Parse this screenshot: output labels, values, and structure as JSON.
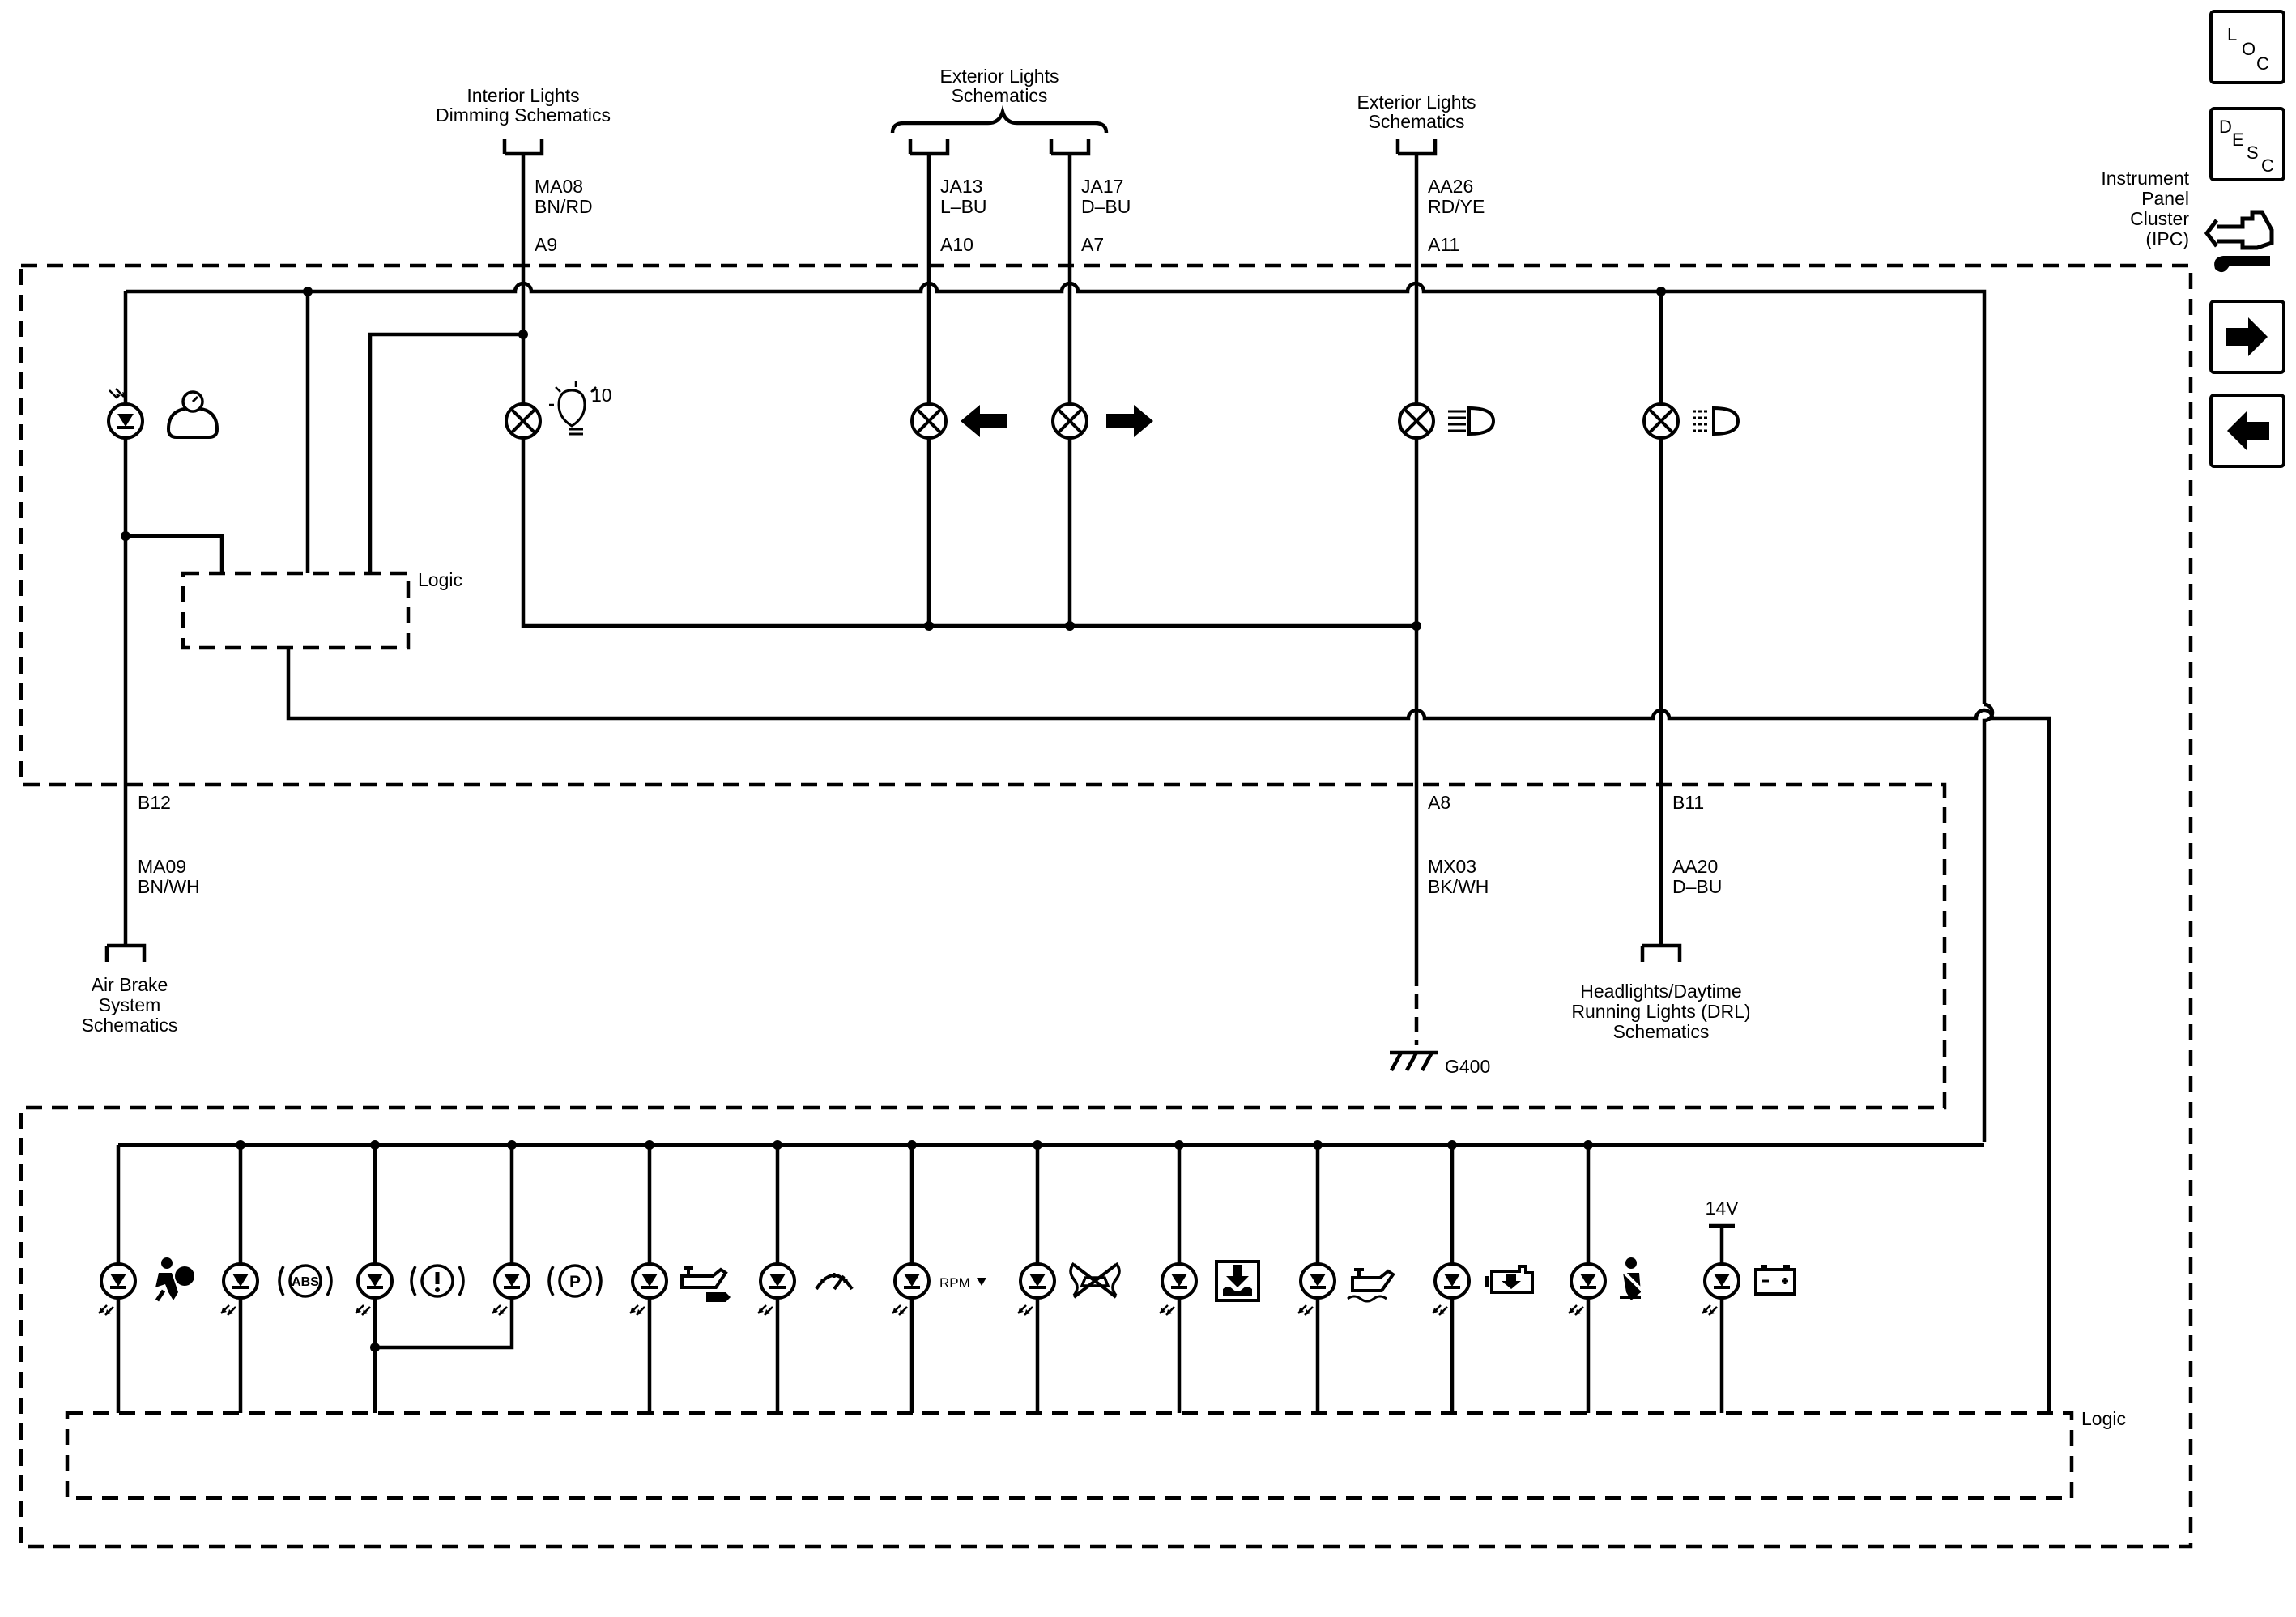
{
  "connectors": {
    "interior_dimming": {
      "title_line1": "Interior Lights",
      "title_line2": "Dimming Schematics",
      "circuit": "MA08",
      "color": "BN/RD",
      "pin": "A9"
    },
    "exterior_lights_1": {
      "title_line1": "Exterior Lights",
      "title_line2": "Schematics"
    },
    "left_turn": {
      "circuit": "JA13",
      "color": "L–BU",
      "pin": "A10"
    },
    "right_turn": {
      "circuit": "JA17",
      "color": "D–BU",
      "pin": "A7"
    },
    "exterior_lights_2": {
      "title_line1": "Exterior Lights",
      "title_line2": "Schematics",
      "circuit": "AA26",
      "color": "RD/YE",
      "pin": "A11"
    },
    "air_brake": {
      "title_line1": "Air Brake",
      "title_line2": "System",
      "title_line3": "Schematics",
      "circuit": "MA09",
      "color": "BN/WH",
      "pin": "B12"
    },
    "ground": {
      "circuit": "MX03",
      "color": "BK/WH",
      "pin": "A8",
      "ground_label": "G400"
    },
    "drl": {
      "title_line1": "Headlights/Daytime",
      "title_line2": "Running Lights (DRL)",
      "title_line3": "Schematics",
      "circuit": "AA20",
      "color": "D–BU",
      "pin": "B11"
    }
  },
  "component": {
    "line1": "Instrument",
    "line2": "Panel",
    "line3": "Cluster",
    "line4": "(IPC)"
  },
  "labels": {
    "logic_upper": "Logic",
    "logic_lower": "Logic",
    "dimmer_number": "10",
    "voltage": "14V",
    "rpm": "RPM"
  },
  "indicators": [
    "airbag",
    "abs",
    "brake",
    "park-brake",
    "oil-service",
    "gauge",
    "rpm-down",
    "traction-off",
    "coolant-level",
    "oil-level",
    "check-engine",
    "seatbelt",
    "battery"
  ],
  "nav": {
    "loc": [
      "L",
      "O",
      "C"
    ],
    "desc": [
      "D",
      "E",
      "S",
      "C"
    ]
  }
}
